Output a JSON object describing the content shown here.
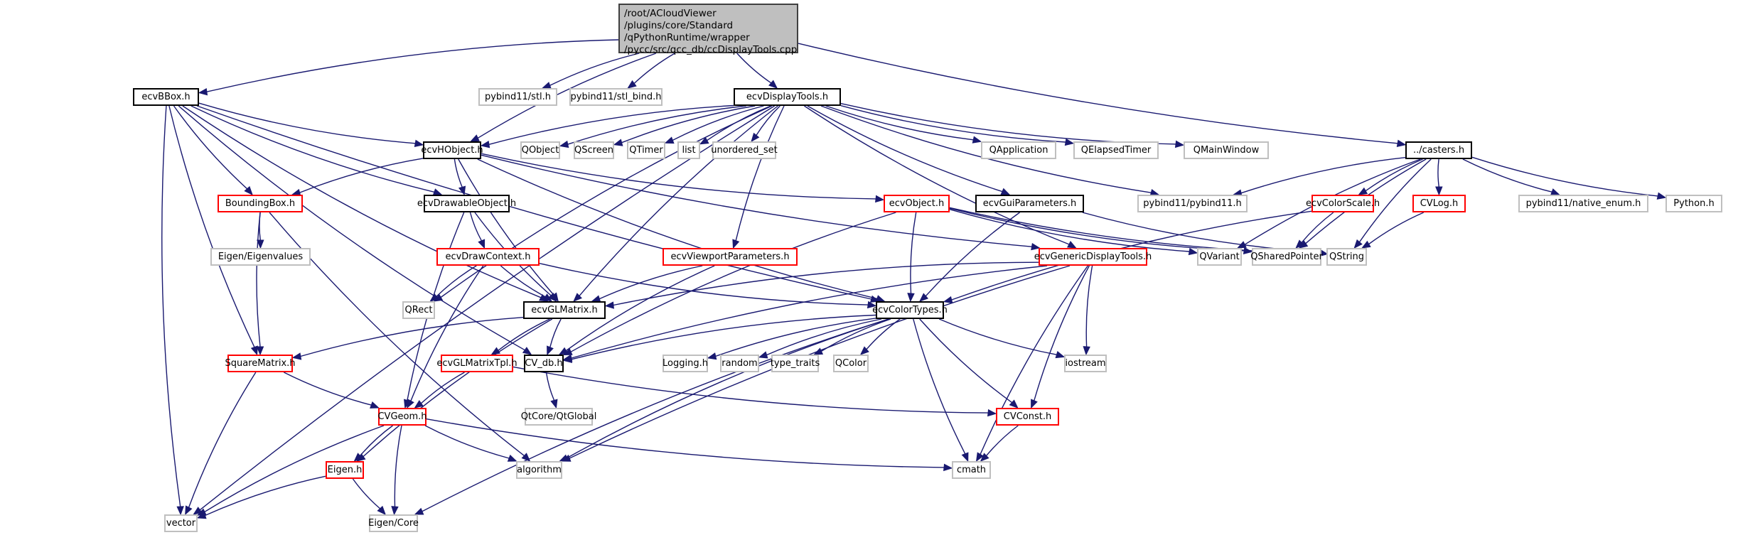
{
  "diagram": {
    "title": "Include dependency graph for ccDisplayTools.cpp",
    "edge_color": "#191970",
    "legend": {
      "internal_border": "#000000",
      "incomplete_border": "#ff0000",
      "external_border": "#bfbfbf",
      "root_fill": "#bfbfbf"
    },
    "nodes": [
      {
        "id": "root",
        "label": "/root/ACloudViewer\n/plugins/core/Standard\n/qPythonRuntime/wrapper\n/pycc/src/qcc_db/ccDisplayTools.cpp",
        "kind": "root"
      },
      {
        "id": "ecvBBox",
        "label": "ecvBBox.h",
        "kind": "internal"
      },
      {
        "id": "stl",
        "label": "pybind11/stl.h",
        "kind": "grey"
      },
      {
        "id": "stl_bind",
        "label": "pybind11/stl_bind.h",
        "kind": "grey"
      },
      {
        "id": "ecvDisplayTools",
        "label": "ecvDisplayTools.h",
        "kind": "internal"
      },
      {
        "id": "casters",
        "label": "../casters.h",
        "kind": "internal"
      },
      {
        "id": "ecvHObject",
        "label": "ecvHObject.h",
        "kind": "internal"
      },
      {
        "id": "QObject",
        "label": "QObject",
        "kind": "grey"
      },
      {
        "id": "QScreen",
        "label": "QScreen",
        "kind": "grey"
      },
      {
        "id": "QTimer",
        "label": "QTimer",
        "kind": "grey"
      },
      {
        "id": "list",
        "label": "list",
        "kind": "grey"
      },
      {
        "id": "unordered_set",
        "label": "unordered_set",
        "kind": "grey"
      },
      {
        "id": "QApplication",
        "label": "QApplication",
        "kind": "grey"
      },
      {
        "id": "QElapsedTimer",
        "label": "QElapsedTimer",
        "kind": "grey"
      },
      {
        "id": "QMainWindow",
        "label": "QMainWindow",
        "kind": "grey"
      },
      {
        "id": "BoundingBox",
        "label": "BoundingBox.h",
        "kind": "red"
      },
      {
        "id": "ecvDrawableObject",
        "label": "ecvDrawableObject.h",
        "kind": "internal"
      },
      {
        "id": "ecvObject",
        "label": "ecvObject.h",
        "kind": "red"
      },
      {
        "id": "ecvGuiParameters",
        "label": "ecvGuiParameters.h",
        "kind": "internal"
      },
      {
        "id": "pybind11",
        "label": "pybind11/pybind11.h",
        "kind": "grey"
      },
      {
        "id": "ecvColorScale",
        "label": "ecvColorScale.h",
        "kind": "red"
      },
      {
        "id": "CVLog",
        "label": "CVLog.h",
        "kind": "red"
      },
      {
        "id": "native_enum",
        "label": "pybind11/native_enum.h",
        "kind": "grey"
      },
      {
        "id": "Python",
        "label": "Python.h",
        "kind": "grey"
      },
      {
        "id": "Eigenvalues",
        "label": "Eigen/Eigenvalues",
        "kind": "grey"
      },
      {
        "id": "ecvDrawContext",
        "label": "ecvDrawContext.h",
        "kind": "red"
      },
      {
        "id": "ecvViewportParameters",
        "label": "ecvViewportParameters.h",
        "kind": "red"
      },
      {
        "id": "ecvGenericDisplayTools",
        "label": "ecvGenericDisplayTools.h",
        "kind": "red"
      },
      {
        "id": "QVariant",
        "label": "QVariant",
        "kind": "grey"
      },
      {
        "id": "QSharedPointer",
        "label": "QSharedPointer",
        "kind": "grey"
      },
      {
        "id": "QString",
        "label": "QString",
        "kind": "grey"
      },
      {
        "id": "QRect",
        "label": "QRect",
        "kind": "grey"
      },
      {
        "id": "ecvGLMatrix",
        "label": "ecvGLMatrix.h",
        "kind": "internal"
      },
      {
        "id": "ecvColorTypes",
        "label": "ecvColorTypes.h",
        "kind": "internal"
      },
      {
        "id": "SquareMatrix",
        "label": "SquareMatrix.h",
        "kind": "red"
      },
      {
        "id": "ecvGLMatrixTpl",
        "label": "ecvGLMatrixTpl.h",
        "kind": "red"
      },
      {
        "id": "CV_db",
        "label": "CV_db.h",
        "kind": "internal"
      },
      {
        "id": "Logging",
        "label": "Logging.h",
        "kind": "grey"
      },
      {
        "id": "random",
        "label": "random",
        "kind": "grey"
      },
      {
        "id": "type_traits",
        "label": "type_traits",
        "kind": "grey"
      },
      {
        "id": "QColor",
        "label": "QColor",
        "kind": "grey"
      },
      {
        "id": "iostream",
        "label": "iostream",
        "kind": "grey"
      },
      {
        "id": "QtGlobal",
        "label": "QtCore/QtGlobal",
        "kind": "grey"
      },
      {
        "id": "CVGeom",
        "label": "CVGeom.h",
        "kind": "red"
      },
      {
        "id": "CVConst",
        "label": "CVConst.h",
        "kind": "red"
      },
      {
        "id": "Eigen",
        "label": "Eigen.h",
        "kind": "red"
      },
      {
        "id": "algorithm",
        "label": "algorithm",
        "kind": "grey"
      },
      {
        "id": "cmath",
        "label": "cmath",
        "kind": "grey"
      },
      {
        "id": "vector",
        "label": "vector",
        "kind": "grey"
      },
      {
        "id": "EigenCore",
        "label": "Eigen/Core",
        "kind": "grey"
      }
    ],
    "edges": [
      [
        "root",
        "ecvBBox"
      ],
      [
        "root",
        "stl"
      ],
      [
        "root",
        "stl_bind"
      ],
      [
        "root",
        "ecvDisplayTools"
      ],
      [
        "root",
        "casters"
      ],
      [
        "root",
        "ecvHObject"
      ],
      [
        "ecvBBox",
        "ecvHObject"
      ],
      [
        "ecvBBox",
        "BoundingBox"
      ],
      [
        "ecvBBox",
        "ecvDrawableObject"
      ],
      [
        "ecvBBox",
        "SquareMatrix"
      ],
      [
        "ecvBBox",
        "ecvGLMatrix"
      ],
      [
        "ecvBBox",
        "CV_db"
      ],
      [
        "ecvBBox",
        "ecvColorTypes"
      ],
      [
        "ecvBBox",
        "vector"
      ],
      [
        "ecvDisplayTools",
        "ecvHObject"
      ],
      [
        "ecvDisplayTools",
        "QObject"
      ],
      [
        "ecvDisplayTools",
        "QScreen"
      ],
      [
        "ecvDisplayTools",
        "QTimer"
      ],
      [
        "ecvDisplayTools",
        "list"
      ],
      [
        "ecvDisplayTools",
        "unordered_set"
      ],
      [
        "ecvDisplayTools",
        "QApplication"
      ],
      [
        "ecvDisplayTools",
        "QElapsedTimer"
      ],
      [
        "ecvDisplayTools",
        "QMainWindow"
      ],
      [
        "ecvDisplayTools",
        "ecvGuiParameters"
      ],
      [
        "ecvDisplayTools",
        "ecvViewportParameters"
      ],
      [
        "ecvDisplayTools",
        "ecvGenericDisplayTools"
      ],
      [
        "ecvDisplayTools",
        "ecvGLMatrix"
      ],
      [
        "ecvDisplayTools",
        "QRect"
      ],
      [
        "ecvDisplayTools",
        "vector"
      ],
      [
        "ecvDisplayTools",
        "pybind11"
      ],
      [
        "ecvHObject",
        "BoundingBox"
      ],
      [
        "ecvHObject",
        "ecvDrawableObject"
      ],
      [
        "ecvHObject",
        "ecvObject"
      ],
      [
        "ecvHObject",
        "ecvGLMatrix"
      ],
      [
        "ecvHObject",
        "ecvColorTypes"
      ],
      [
        "ecvHObject",
        "ecvGenericDisplayTools"
      ],
      [
        "casters",
        "pybind11"
      ],
      [
        "casters",
        "ecvColorScale"
      ],
      [
        "casters",
        "CVLog"
      ],
      [
        "casters",
        "native_enum"
      ],
      [
        "casters",
        "Python"
      ],
      [
        "casters",
        "QString"
      ],
      [
        "casters",
        "QVariant"
      ],
      [
        "casters",
        "QSharedPointer"
      ],
      [
        "BoundingBox",
        "Eigenvalues"
      ],
      [
        "BoundingBox",
        "SquareMatrix"
      ],
      [
        "BoundingBox",
        "algorithm"
      ],
      [
        "ecvDrawableObject",
        "ecvDrawContext"
      ],
      [
        "ecvDrawableObject",
        "ecvGLMatrix"
      ],
      [
        "ecvDrawableObject",
        "CVGeom"
      ],
      [
        "ecvObject",
        "QVariant"
      ],
      [
        "ecvObject",
        "QSharedPointer"
      ],
      [
        "ecvObject",
        "ecvColorTypes"
      ],
      [
        "ecvObject",
        "CV_db"
      ],
      [
        "ecvObject",
        "QString"
      ],
      [
        "ecvGuiParameters",
        "ecvColorTypes"
      ],
      [
        "ecvGuiParameters",
        "QString"
      ],
      [
        "ecvColorScale",
        "QSharedPointer"
      ],
      [
        "ecvColorScale",
        "ecvColorTypes"
      ],
      [
        "CVLog",
        "QString"
      ],
      [
        "ecvDrawContext",
        "QRect"
      ],
      [
        "ecvDrawContext",
        "ecvGLMatrix"
      ],
      [
        "ecvDrawContext",
        "ecvColorTypes"
      ],
      [
        "ecvDrawContext",
        "CVGeom"
      ],
      [
        "ecvViewportParameters",
        "ecvGLMatrix"
      ],
      [
        "ecvViewportParameters",
        "CV_db"
      ],
      [
        "ecvGenericDisplayTools",
        "ecvGLMatrix"
      ],
      [
        "ecvGenericDisplayTools",
        "CV_db"
      ],
      [
        "ecvGenericDisplayTools",
        "iostream"
      ],
      [
        "ecvGenericDisplayTools",
        "CVConst"
      ],
      [
        "ecvGenericDisplayTools",
        "cmath"
      ],
      [
        "ecvGenericDisplayTools",
        "algorithm"
      ],
      [
        "ecvGLMatrix",
        "SquareMatrix"
      ],
      [
        "ecvGLMatrix",
        "ecvGLMatrixTpl"
      ],
      [
        "ecvGLMatrix",
        "CV_db"
      ],
      [
        "ecvGLMatrix",
        "Eigen"
      ],
      [
        "ecvColorTypes",
        "CV_db"
      ],
      [
        "ecvColorTypes",
        "Logging"
      ],
      [
        "ecvColorTypes",
        "random"
      ],
      [
        "ecvColorTypes",
        "type_traits"
      ],
      [
        "ecvColorTypes",
        "QColor"
      ],
      [
        "ecvColorTypes",
        "iostream"
      ],
      [
        "ecvColorTypes",
        "CVConst"
      ],
      [
        "ecvColorTypes",
        "cmath"
      ],
      [
        "ecvColorTypes",
        "algorithm"
      ],
      [
        "ecvColorTypes",
        "EigenCore"
      ],
      [
        "SquareMatrix",
        "CVGeom"
      ],
      [
        "SquareMatrix",
        "vector"
      ],
      [
        "ecvGLMatrixTpl",
        "CVGeom"
      ],
      [
        "ecvGLMatrixTpl",
        "CVConst"
      ],
      [
        "CV_db",
        "QtGlobal"
      ],
      [
        "CVGeom",
        "Eigen"
      ],
      [
        "CVGeom",
        "algorithm"
      ],
      [
        "CVGeom",
        "EigenCore"
      ],
      [
        "CVGeom",
        "vector"
      ],
      [
        "CVGeom",
        "cmath"
      ],
      [
        "CVConst",
        "cmath"
      ],
      [
        "Eigen",
        "vector"
      ],
      [
        "Eigen",
        "EigenCore"
      ]
    ]
  }
}
